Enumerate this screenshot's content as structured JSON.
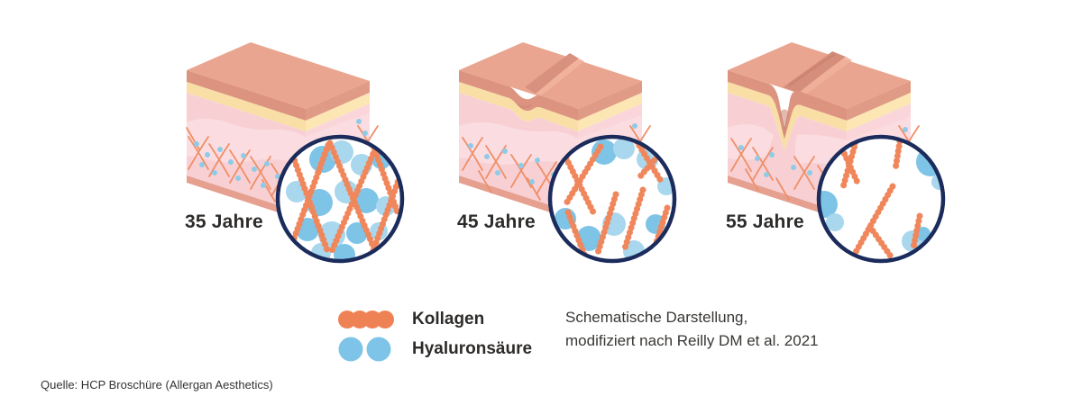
{
  "panels": [
    {
      "label": "35 Jahre",
      "wrinkle": "none",
      "collagen_density": "high",
      "hyaluron_density": "high"
    },
    {
      "label": "45 Jahre",
      "wrinkle": "shallow",
      "collagen_density": "medium",
      "hyaluron_density": "medium"
    },
    {
      "label": "55 Jahre",
      "wrinkle": "deep",
      "collagen_density": "low",
      "hyaluron_density": "low"
    }
  ],
  "legend": {
    "items": [
      {
        "label": "Kollagen",
        "icon": "collagen-beads-icon",
        "color": "#EF8255"
      },
      {
        "label": "Hyaluronsäure",
        "icon": "hyaluronic-acid-icon",
        "color": "#7EC4E8"
      }
    ]
  },
  "annotation": {
    "line1": "Schematische Darstellung,",
    "line2": "modifiziert nach Reilly DM et al. 2021"
  },
  "source": "Quelle: HCP Broschüre (Allergan Aesthetics)",
  "colors": {
    "skin_top": "#E9A58F",
    "epidermis_side": "#DC9480",
    "subcutis_yellow": "#F9DEA6",
    "dermis_pink": "#F8D0D4",
    "collagen_orange": "#F0875C",
    "hyaluron_blue": "#7EC4E6",
    "lens_border_navy": "#1B2C5C",
    "text": "#2E2C2A"
  }
}
